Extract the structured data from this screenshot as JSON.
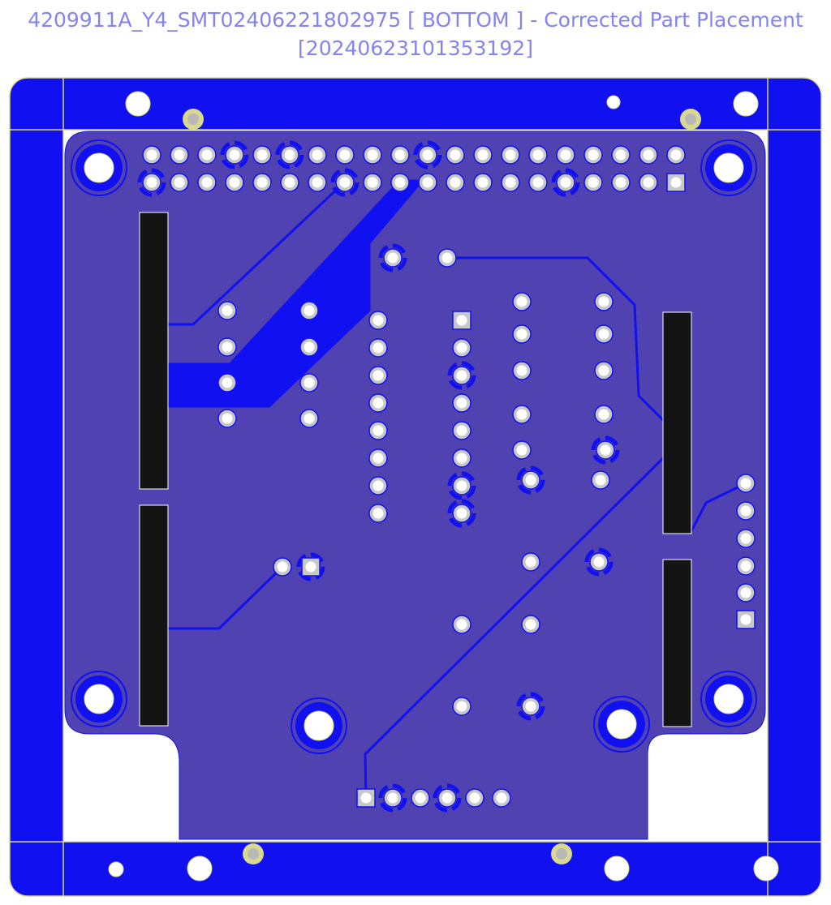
{
  "header": {
    "title": "4209911A_Y4_SMT02406221802975 [ BOTTOM ] - Corrected Part Placement",
    "subtitle": "[20240623101353192]"
  },
  "colors": {
    "panel": "#1010f0",
    "board": "#5042b0",
    "outline": "#d8d890",
    "pad": "#c8c8c8",
    "component": "#141414",
    "title": "#8484ee"
  },
  "board": {
    "side": "BOTTOM",
    "header_pins": 40,
    "right_connector_pins": 6,
    "bottom_connector_pins": 6
  }
}
